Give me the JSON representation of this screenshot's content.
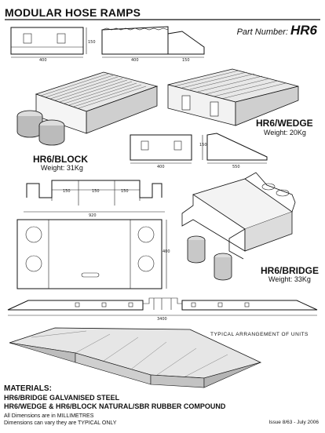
{
  "title": "MODULAR HOSE RAMPS",
  "part_number_label": "Part Number:",
  "part_number": "HR6",
  "products": {
    "wedge": {
      "name": "HR6/WEDGE",
      "weight": "Weight: 20Kg"
    },
    "block": {
      "name": "HR6/BLOCK",
      "weight": "Weight: 31Kg"
    },
    "bridge": {
      "name": "HR6/BRIDGE",
      "weight": "Weight: 33Kg"
    }
  },
  "dimensions": {
    "top_block_w": "400",
    "top_block_h": "150",
    "top_wedge_w": "400",
    "top_wedge_ext": "150",
    "wedge_h": "150",
    "wedge_block_w": "400",
    "wedge_len": "550",
    "bridge_gap1": "150",
    "bridge_gap2": "150",
    "bridge_gap3": "150",
    "bridge_total": "920",
    "bridge_plan_h": "400",
    "assembly_len": "3400"
  },
  "typical_label": "TYPICAL ARRANGEMENT OF UNITS",
  "materials_heading": "MATERIALS:",
  "materials": [
    "HR6/BRIDGE GALVANISED STEEL",
    "HR6/WEDGE & HR6/BLOCK NATURAL/SBR RUBBER COMPOUND"
  ],
  "notes": [
    "All Dimensions are in MILLIMETRES",
    "Dimensions can vary they are TYPICAL ONLY"
  ],
  "issue": "Issue 8/63 - July 2006"
}
